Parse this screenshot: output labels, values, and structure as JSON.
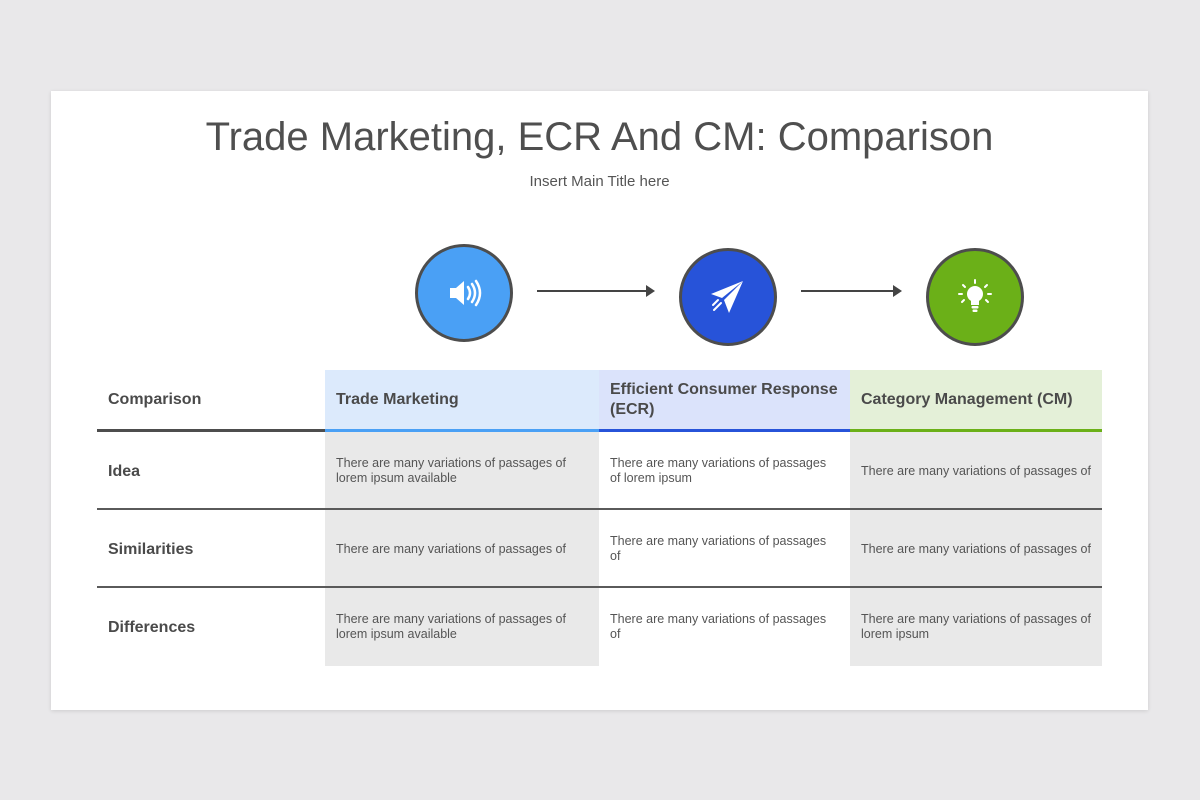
{
  "title": "Trade Marketing, ECR And CM: Comparison",
  "subtitle": "Insert Main Title here",
  "icons": [
    {
      "name": "speaker-icon",
      "color": "#4aa0f5"
    },
    {
      "name": "paper-plane-icon",
      "color": "#2753d9"
    },
    {
      "name": "lightbulb-icon",
      "color": "#6bb018"
    }
  ],
  "table": {
    "headers": [
      "Comparison",
      "Trade Marketing",
      "Efficient Consumer Response (ECR)",
      "Category Management (CM)"
    ],
    "rows": [
      {
        "label": "Idea",
        "cells": [
          "There are many variations of passages of lorem ipsum available",
          "There are many variations of passages of lorem ipsum",
          "There are many variations of passages of"
        ]
      },
      {
        "label": "Similarities",
        "cells": [
          "There are many variations of passages of",
          "There are many variations of passages of",
          "There are many variations of passages of"
        ]
      },
      {
        "label": "Differences",
        "cells": [
          "There are many variations of passages of lorem ipsum available",
          "There are many variations of passages of",
          "There are many variations of passages of lorem ipsum"
        ]
      }
    ]
  }
}
